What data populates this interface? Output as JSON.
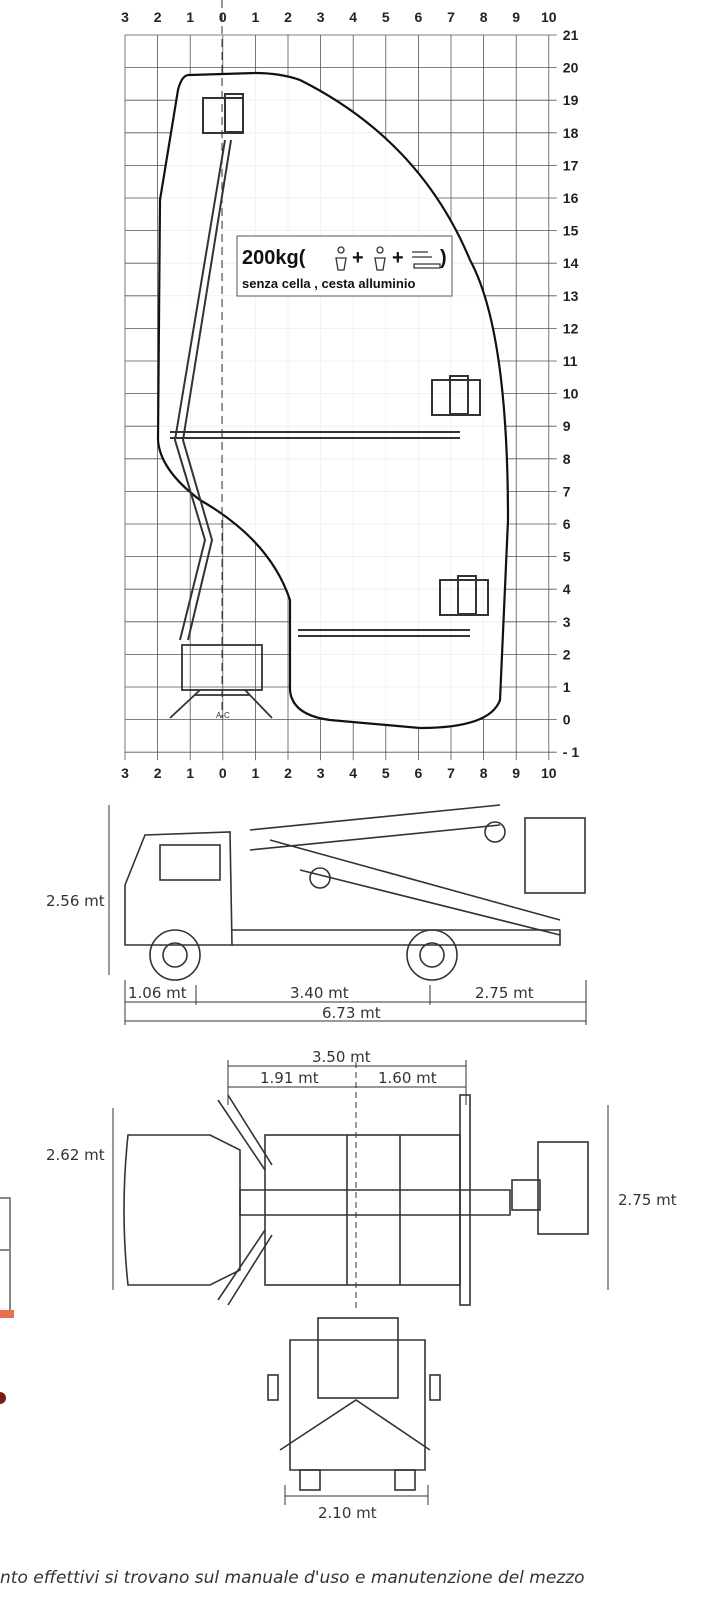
{
  "working_diagram": {
    "x_ticks": [
      "3",
      "2",
      "1",
      "0",
      "1",
      "2",
      "3",
      "4",
      "5",
      "6",
      "7",
      "8",
      "9",
      "10"
    ],
    "y_ticks": [
      "21",
      "20",
      "19",
      "18",
      "17",
      "16",
      "15",
      "14",
      "13",
      "12",
      "11",
      "10",
      "9",
      "8",
      "7",
      "6",
      "5",
      "4",
      "3",
      "2",
      "1",
      "0",
      "- 1"
    ],
    "load_label": "200kg(",
    "load_label_end": ")",
    "load_sub": "senza cella , cesta alluminio",
    "center_mark": "A-C"
  },
  "side_view": {
    "height": "2.56 mt",
    "front_overhang": "1.06 mt",
    "wheelbase": "3.40 mt",
    "rear_overhang": "2.75 mt",
    "total_length": "6.73 mt"
  },
  "top_view": {
    "outrigger_span": "3.50 mt",
    "left_span": "1.91 mt",
    "right_span": "1.60 mt",
    "width_left": "2.62 mt",
    "width_right": "2.75 mt"
  },
  "rear_view": {
    "width": "2.10 mt"
  },
  "caption": "nto effettivi si trovano sul manuale d'uso e manutenzione del mezzo"
}
